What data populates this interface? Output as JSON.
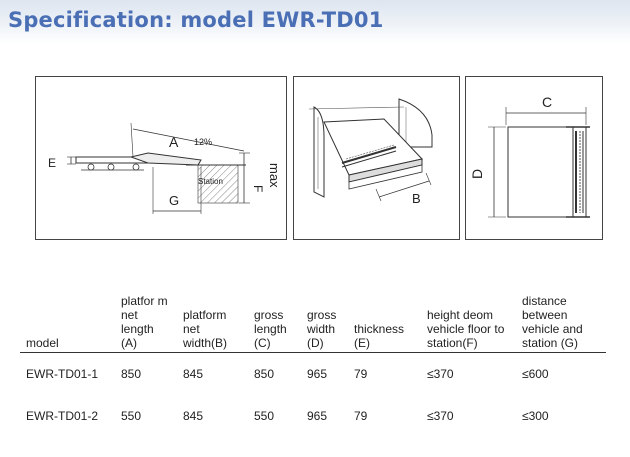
{
  "header": {
    "title": "Specification: model EWR-TD01"
  },
  "diagrams": {
    "side": {
      "label_a": "A",
      "label_slope": "12%",
      "label_e": "E",
      "label_g": "G",
      "label_f": "F",
      "label_max": "max",
      "label_station": "Station"
    },
    "perspective": {
      "label_b": "B"
    },
    "top": {
      "label_c": "C",
      "label_d": "D"
    }
  },
  "table": {
    "headers": [
      "model",
      "platfor m net length (A)",
      "platform net width(B)",
      "gross length (C)",
      "gross width (D)",
      "thickness (E)",
      "height deom vehicle floor to station(F)",
      "distance between vehicle and station (G)"
    ],
    "rows": [
      [
        "EWR-TD01-1",
        "850",
        "845",
        "850",
        "965",
        "79",
        "≤370",
        "≤600"
      ],
      [
        "EWR-TD01-2",
        "550",
        "845",
        "550",
        "965",
        "79",
        "≤370",
        "≤300"
      ]
    ]
  }
}
